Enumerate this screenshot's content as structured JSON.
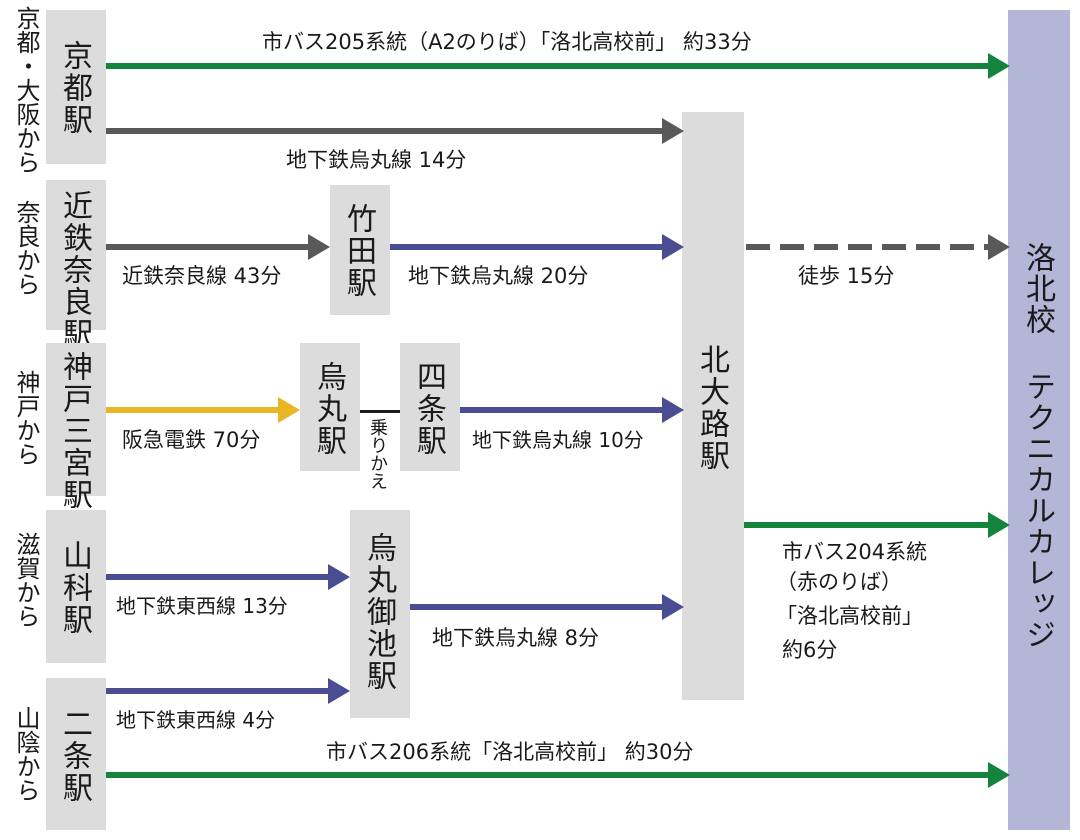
{
  "origins": {
    "kyoto_osaka": "京都・大阪から",
    "nara": "奈良から",
    "kobe": "神戸から",
    "shiga": "滋賀から",
    "sanin": "山陰から"
  },
  "stations": {
    "kyoto": "京都駅",
    "kintetsu_nara": "近鉄奈良駅",
    "takeda": "竹田駅",
    "kobe_sannomiya": "神戸三宮駅",
    "karasuma": "烏丸駅",
    "shijo": "四条駅",
    "yamashina": "山科駅",
    "karasuma_oike": "烏丸御池駅",
    "nijo": "二条駅",
    "kitaoji": "北大路駅"
  },
  "destination": "洛北校 テクニカルカレッジ",
  "transfer": "乗りかえ",
  "routes": {
    "bus205": "市バス205系統（A2のりば）「洛北高校前」 約33分",
    "subway_kyoto": "地下鉄烏丸線 14分",
    "kintetsu": "近鉄奈良線 43分",
    "subway_takeda": "地下鉄烏丸線 20分",
    "walk": "徒歩 15分",
    "hankyu": "阪急電鉄 70分",
    "subway_shijo": "地下鉄烏丸線 10分",
    "tozai_yamashina": "地下鉄東西線 13分",
    "subway_oike": "地下鉄烏丸線 8分",
    "tozai_nijo": "地下鉄東西線 4分",
    "bus206": "市バス206系統「洛北高校前」 約30分",
    "bus204": {
      "line1": "市バス204系統",
      "line2": "（赤のりば）",
      "line3": "「洛北高校前」",
      "line4": "約6分"
    }
  },
  "colors": {
    "bus": "#14833b",
    "jr": "#595959",
    "subway": "#4a4d92",
    "hankyu": "#e8b723",
    "station_box": "#dcdcdc",
    "destination_box": "#b3b6d6"
  }
}
